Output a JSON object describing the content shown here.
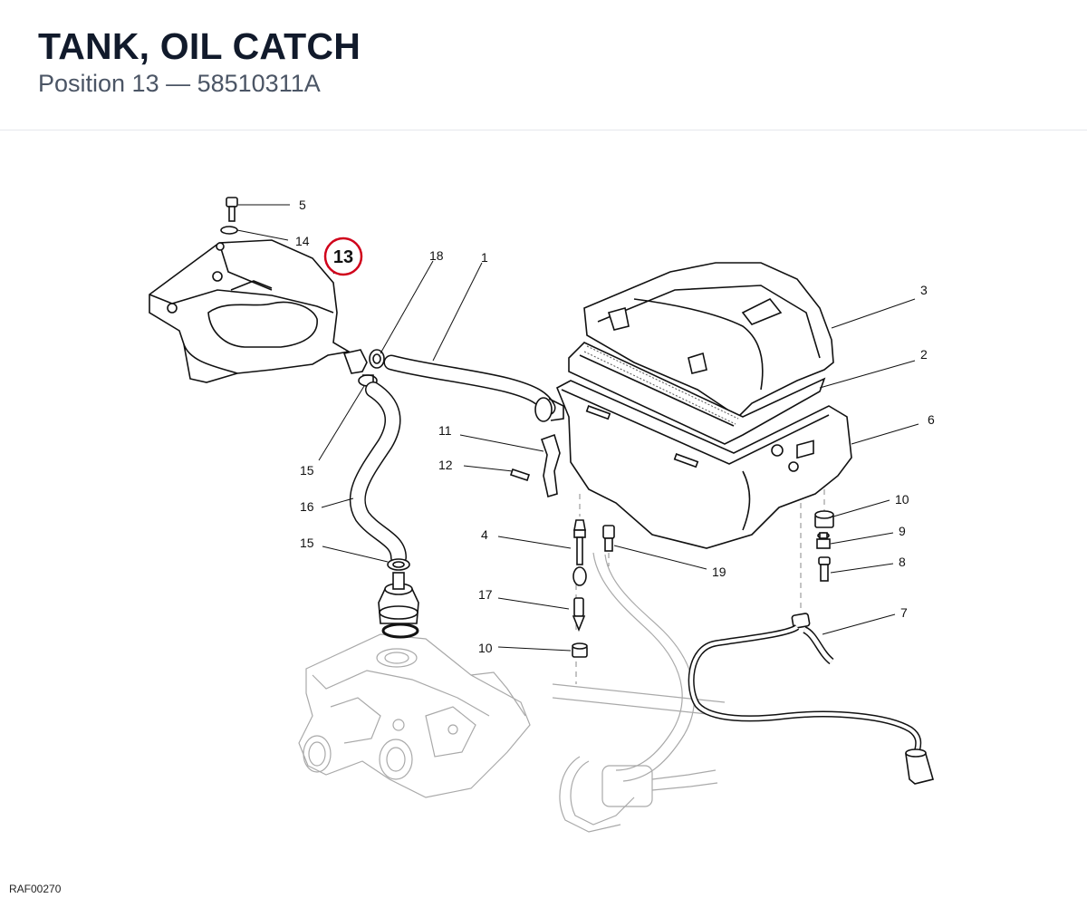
{
  "header": {
    "title": "TANK, OIL CATCH",
    "subtitle": "Position 13 — 58510311A"
  },
  "highlight": {
    "label": "13",
    "color": "#d0021b"
  },
  "callouts": {
    "c1": "1",
    "c2": "2",
    "c3": "3",
    "c4": "4",
    "c5": "5",
    "c6": "6",
    "c7": "7",
    "c8": "8",
    "c9": "9",
    "c10a": "10",
    "c10b": "10",
    "c11": "11",
    "c12": "12",
    "c14": "14",
    "c15a": "15",
    "c15b": "15",
    "c16": "16",
    "c17": "17",
    "c18": "18",
    "c19": "19"
  },
  "drawing_code": "RAF00270"
}
